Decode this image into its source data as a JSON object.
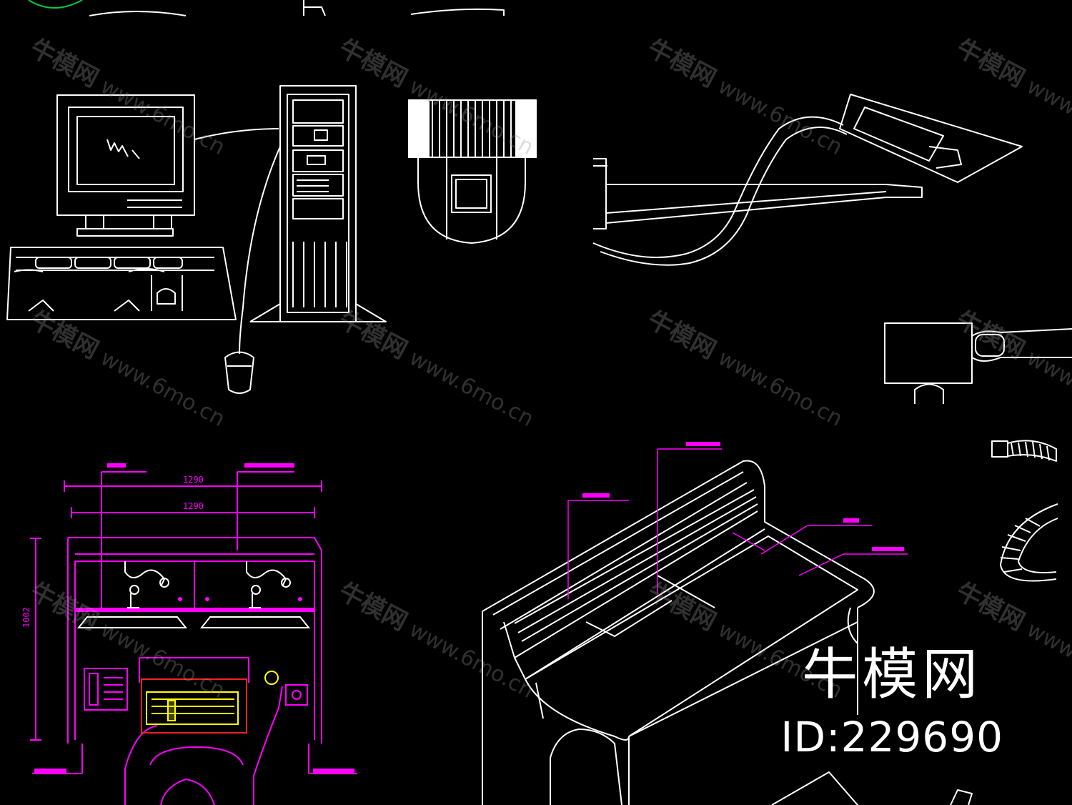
{
  "watermark": {
    "name": "牛模网",
    "url": "www.6mo.cn"
  },
  "brand": {
    "name": "牛模网",
    "id_label": "ID:229690"
  },
  "dimensions": {
    "outer_width": "1290",
    "inner_width": "1290",
    "height": "1002"
  },
  "colors": {
    "background": "#000000",
    "line": "#ffffff",
    "dimension": "#ff00ff",
    "keyboard": "#ffff00",
    "tray": "#ff2020"
  }
}
